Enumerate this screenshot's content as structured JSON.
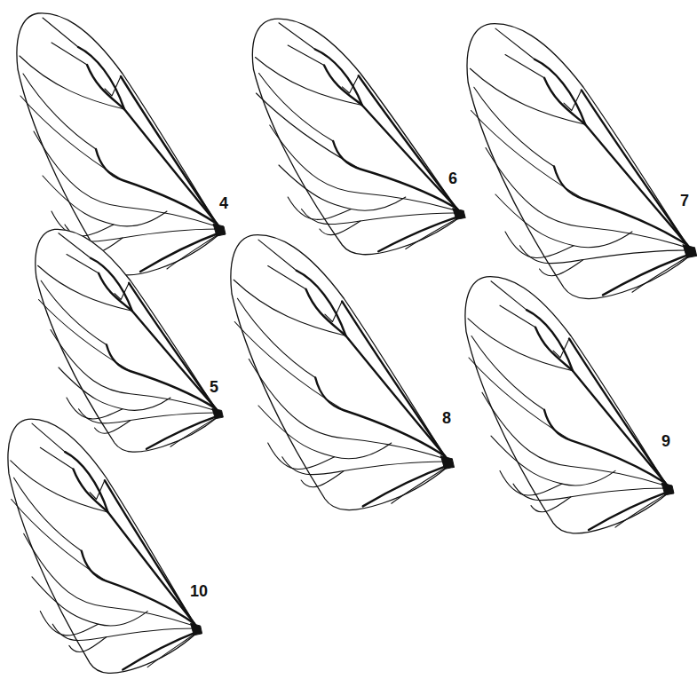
{
  "diagram": {
    "labels": [
      "4",
      "5",
      "6",
      "7",
      "8",
      "9",
      "10"
    ]
  }
}
